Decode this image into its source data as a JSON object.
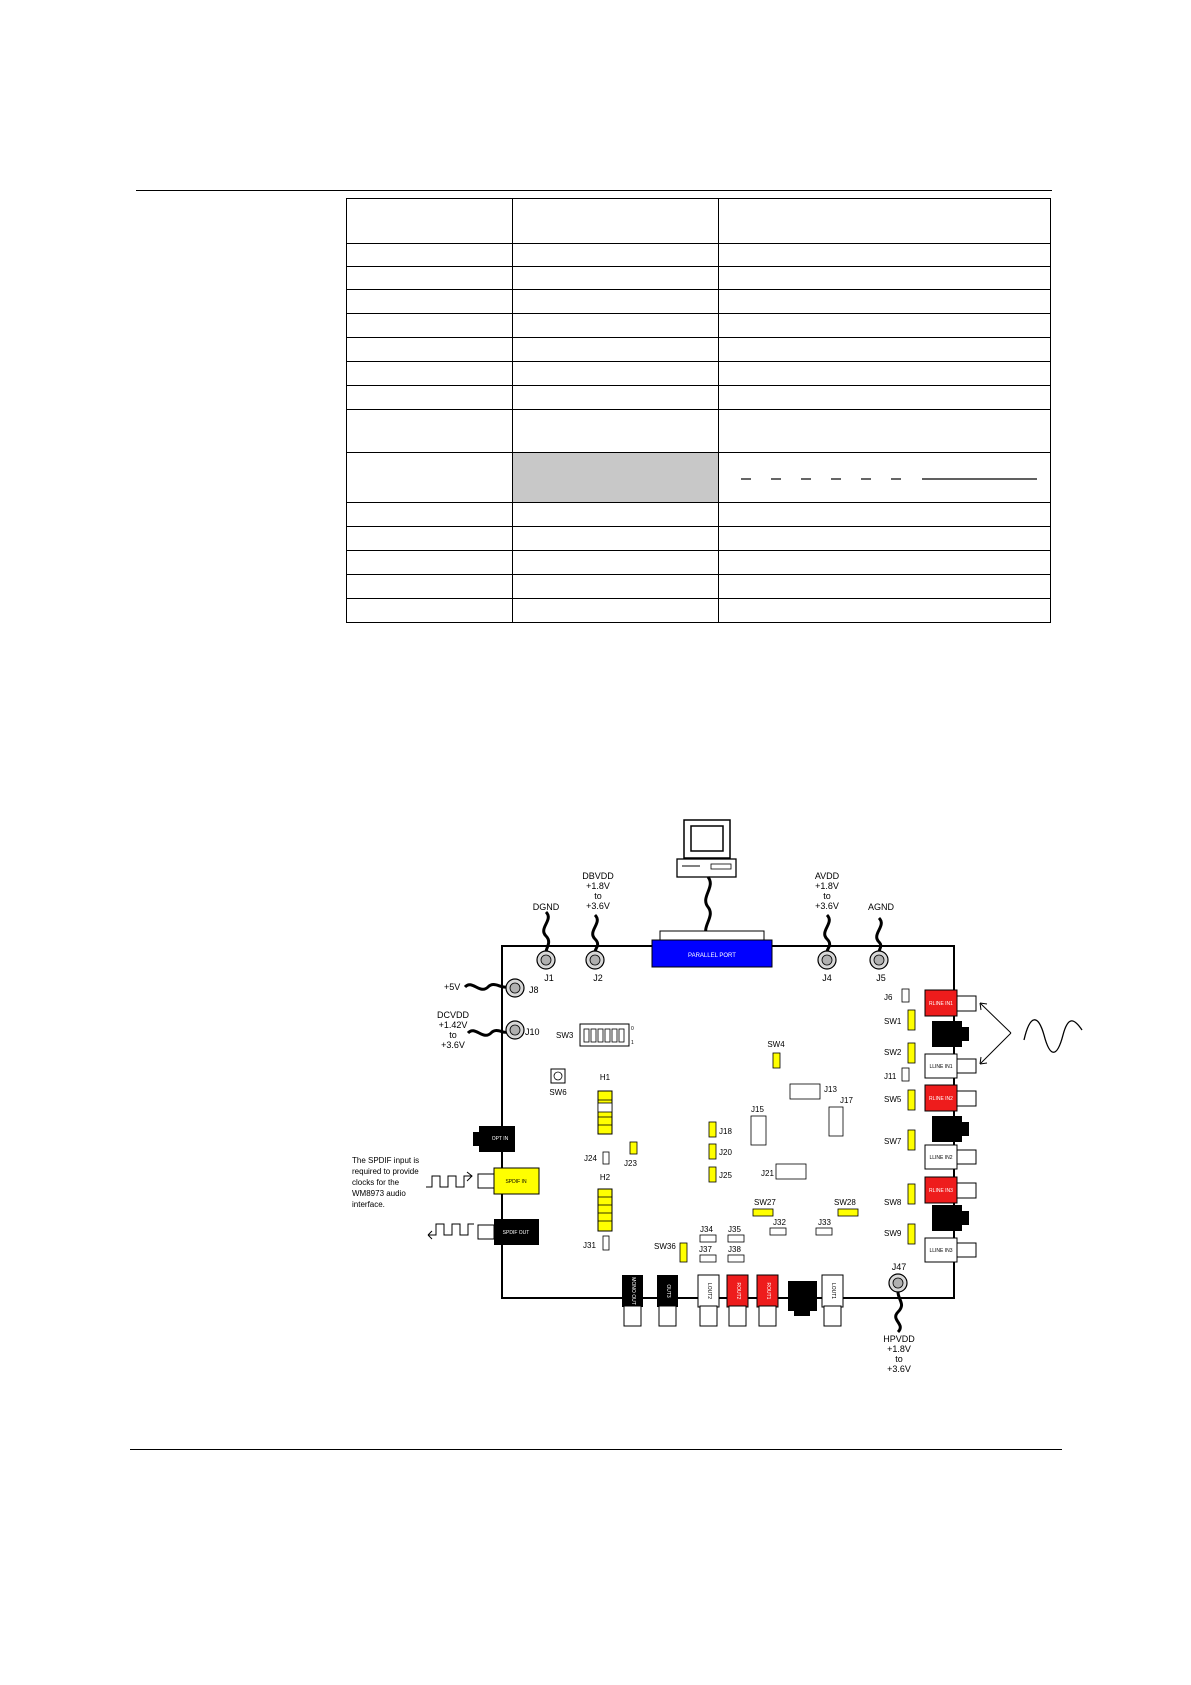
{
  "labels": {
    "DGND": "DGND",
    "DBVDD": [
      "DBVDD",
      "+1.8V",
      "to",
      "+3.6V"
    ],
    "AVDD": [
      "AVDD",
      "+1.8V",
      "to",
      "+3.6V"
    ],
    "AGND": "AGND",
    "plus5V": "+5V",
    "DCVDD": [
      "DCVDD",
      "+1.42V",
      "to",
      "+3.6V"
    ],
    "HPVDD": [
      "HPVDD",
      "+1.8V",
      "to",
      "+3.6V"
    ],
    "parallel_port": "PARALLEL PORT",
    "spdif_note": [
      "The SPDIF input is",
      "required to provide",
      "clocks for  the",
      "WM8973 audio",
      "interface."
    ]
  },
  "connectors": {
    "J1": "J1",
    "J2": "J2",
    "J4": "J4",
    "J5": "J5",
    "J8": "J8",
    "J10": "J10",
    "J47": "J47"
  },
  "jacks_right": {
    "rline_in1": "RLINE IN1",
    "lline_in1": "LLINE IN1",
    "rline_in2": "RLINE IN2",
    "lline_in2": "LLINE IN2",
    "rline_in3": "RLINE IN3",
    "lline_in3": "LLINE IN3"
  },
  "jacks_left": {
    "opt_in": "OPT IN",
    "spdif_in": "SPDIF IN",
    "spdif_out": "SPDIF OUT"
  },
  "jacks_bottom": {
    "mono_out": "MONO OUT",
    "out3": "OUT3",
    "lout2": "LOUT2",
    "rout2": "ROUT2",
    "rout1": "ROUT1",
    "lout1": "LOUT1"
  },
  "components": {
    "SW1": "SW1",
    "SW2": "SW2",
    "SW3": "SW3",
    "SW4": "SW4",
    "SW5": "SW5",
    "SW6": "SW6",
    "SW7": "SW7",
    "SW8": "SW8",
    "SW9": "SW9",
    "SW27": "SW27",
    "SW28": "SW28",
    "SW36": "SW36",
    "J6": "J6",
    "J11": "J11",
    "J13": "J13",
    "J15": "J15",
    "J17": "J17",
    "J18": "J18",
    "J20": "J20",
    "J21": "J21",
    "J23": "J23",
    "J24": "J24",
    "J25": "J25",
    "J31": "J31",
    "J32": "J32",
    "J33": "J33",
    "J34": "J34",
    "J35": "J35",
    "J37": "J37",
    "J38": "J38",
    "H1": "H1",
    "H2": "H2",
    "sw3_on": "0",
    "sw3_off": "1"
  },
  "colors": {
    "jack_red": "#ee1c1c",
    "jack_yellow": "#ffff00",
    "parallel_blue": "#0000ff",
    "table_shade": "#c8c8c8"
  }
}
